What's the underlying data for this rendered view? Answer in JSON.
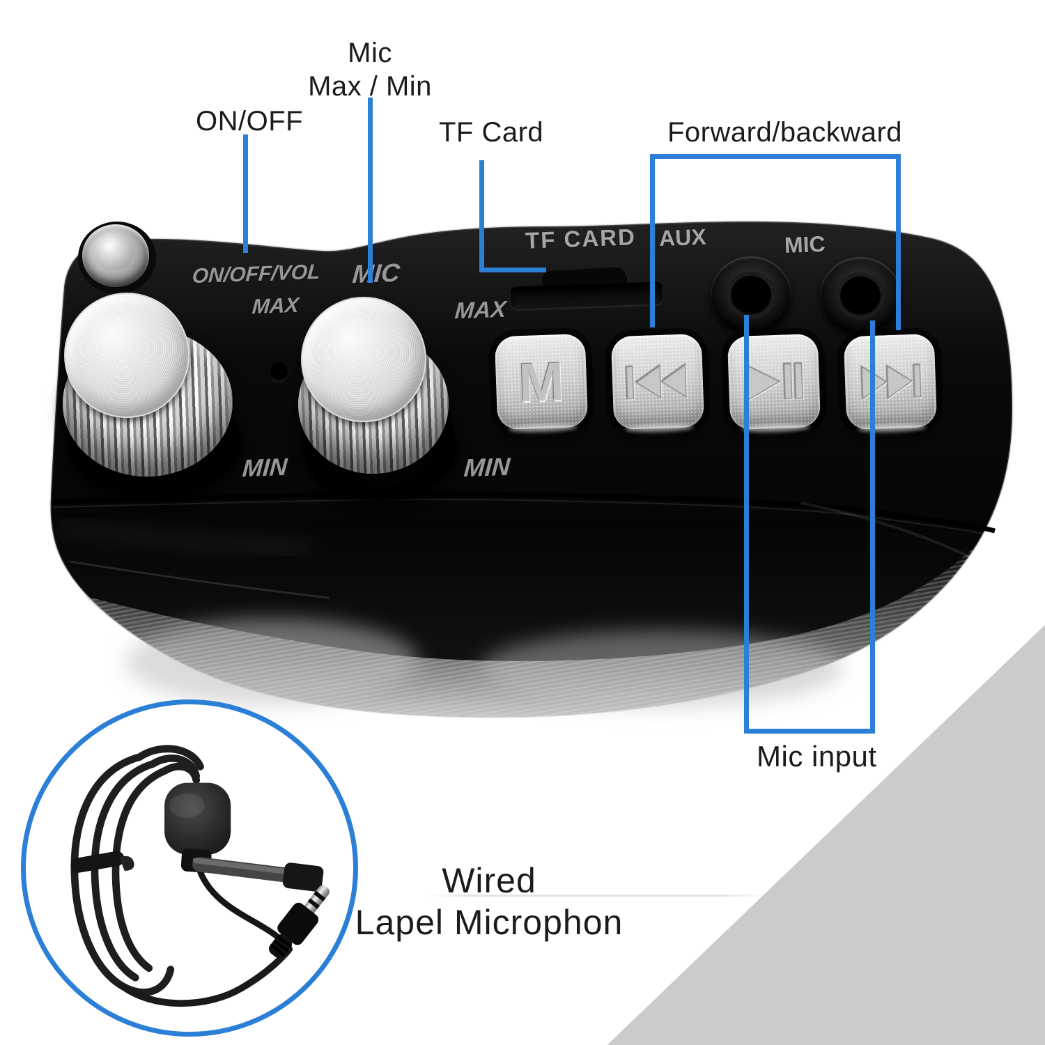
{
  "colors": {
    "callout_blue": "#2b7fd6",
    "corner_triangle_gray": "#cbcbcb",
    "device_black": "#0b0b0b",
    "engraving_gray": "#979797"
  },
  "callouts": {
    "mic_knob": {
      "line1": "Mic",
      "line2": "Max / Min"
    },
    "power": {
      "label": "ON/OFF"
    },
    "tf_card": {
      "label": "TF Card"
    },
    "forward_backward": {
      "label": "Forward/backward"
    },
    "mic_input": {
      "label": "Mic input"
    }
  },
  "inset": {
    "caption_line1": "Wired",
    "caption_line2": "Lapel Microphon",
    "illustration": "wired-lavalier-microphone"
  },
  "device": {
    "power_knob": {
      "label": "ON/OFF/VOL",
      "max": "MAX",
      "min": "MIN"
    },
    "mic_knob": {
      "label": "MIC",
      "max": "MAX",
      "min": "MIN"
    },
    "ports": {
      "tf_card": "TF CARD",
      "aux": "AUX",
      "mic": "MIC"
    },
    "buttons": {
      "mode": {
        "label": "M"
      },
      "previous": {
        "icon": "previous-track-icon"
      },
      "play_pause": {
        "icon": "play-pause-icon"
      },
      "next": {
        "icon": "next-track-icon"
      }
    }
  }
}
